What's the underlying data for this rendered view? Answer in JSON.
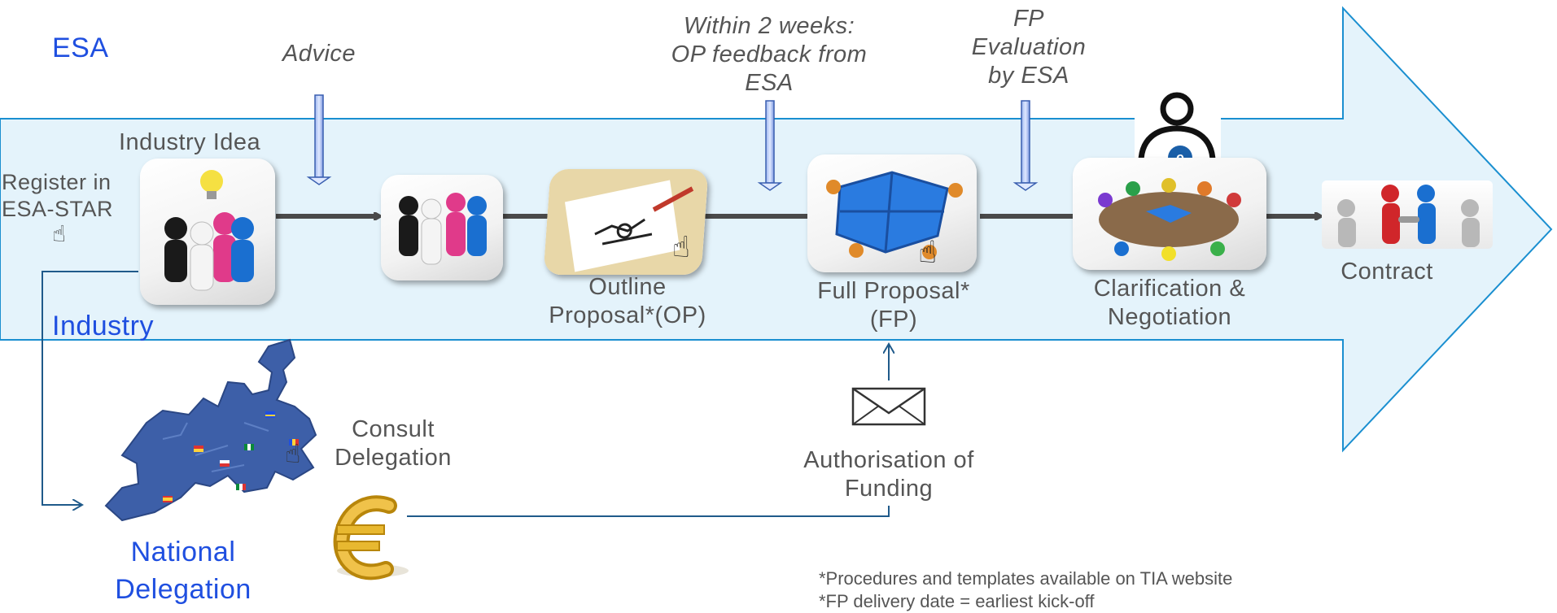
{
  "esa_label": "ESA",
  "industry_label": "Industry",
  "advice": "Advice",
  "within_two_weeks": [
    "Within 2 weeks:",
    "OP feedback from",
    "ESA"
  ],
  "fp_evaluation": [
    "FP",
    "Evaluation",
    "by ESA"
  ],
  "industry_idea": "Industry Idea",
  "register": [
    "Register in",
    "ESA-STAR"
  ],
  "outline_proposal": [
    "Outline",
    "Proposal*(OP)"
  ],
  "full_proposal": [
    "Full Proposal*",
    "(FP)"
  ],
  "clarification": [
    "Clarification &",
    "Negotiation"
  ],
  "contract": "Contract",
  "consult_delegation": [
    "Consult",
    "Delegation"
  ],
  "authorisation": [
    "Authorisation of",
    "Funding"
  ],
  "national_delegation": [
    "National",
    "Delegation"
  ],
  "footnotes": [
    "*Procedures and templates available on TIA website",
    "*FP delivery date = earliest kick-off"
  ],
  "icons": [
    "hand-pointer-icon",
    "envelope-icon",
    "euro-icon",
    "esa-officer-icon",
    "europe-map-icon"
  ],
  "colors": {
    "band_fill": "#e4f3fb",
    "band_stroke": "#1a8fd0",
    "flow_arrow": "#4a4a4a",
    "accent_blue": "#1f4fe0",
    "connector": "#1f5a8a"
  }
}
